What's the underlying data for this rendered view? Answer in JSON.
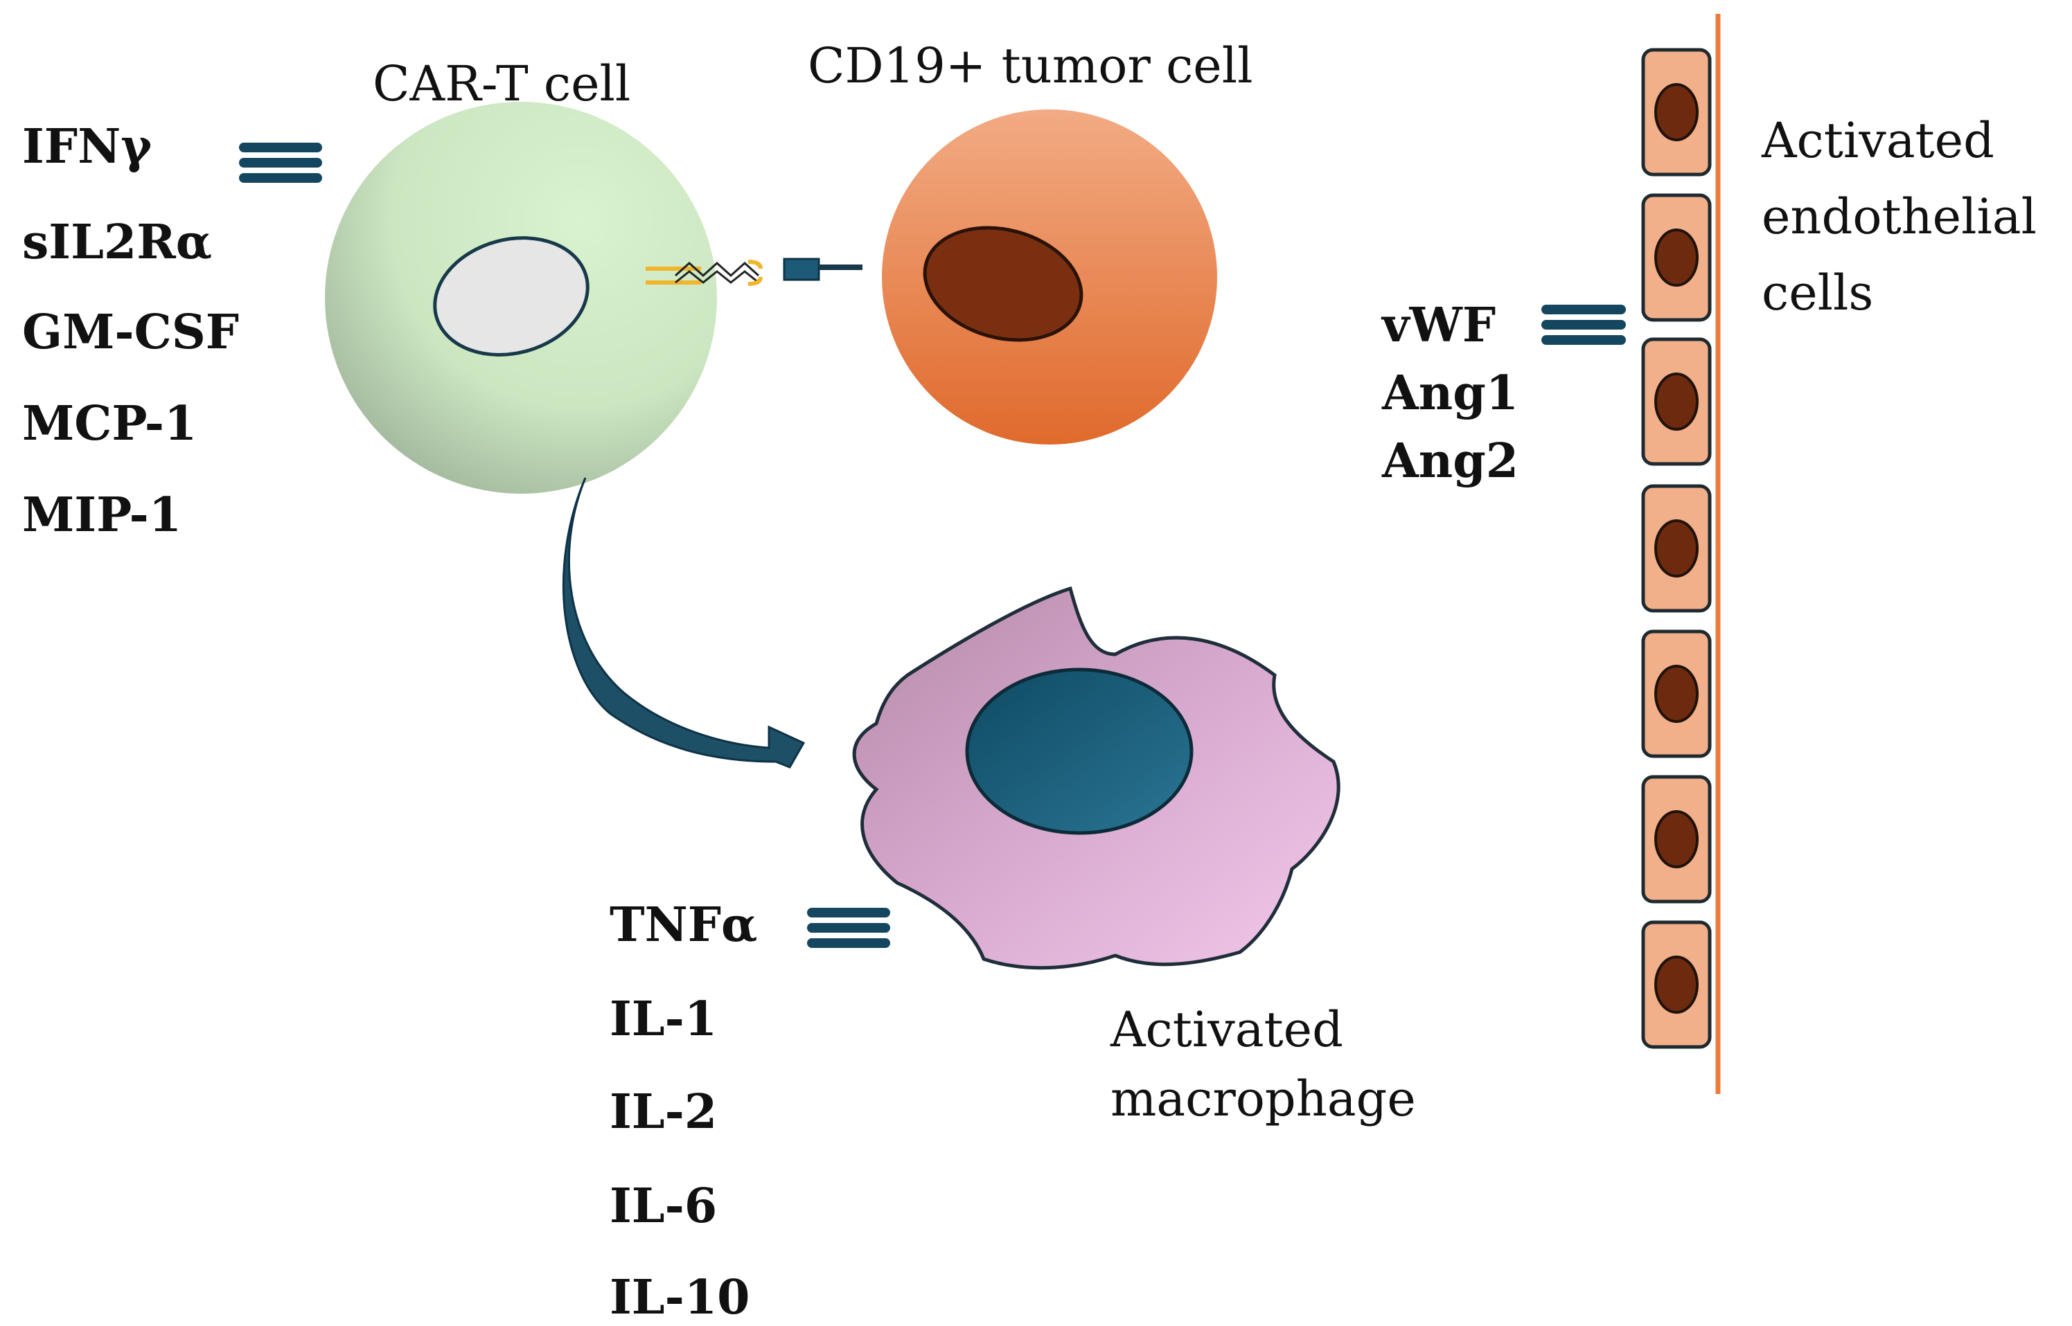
{
  "labels": {
    "car_t_cell": "CAR-T cell",
    "tumor_cell": "CD19+ tumor cell",
    "endothelial": [
      "Activated",
      "endothelial",
      "cells"
    ],
    "macrophage": [
      "Activated",
      "macrophage"
    ]
  },
  "car_t_cytokines": [
    "IFNγ",
    "sIL2Rα",
    "GM-CSF",
    "MCP-1",
    "MIP-1"
  ],
  "macrophage_cytokines": [
    "TNFα",
    "IL-1",
    "IL-2",
    "IL-6",
    "IL-10"
  ],
  "endothelial_factors": [
    "vWF",
    "Ang1",
    "Ang2"
  ],
  "colors": {
    "car_t": "#cfe8c4",
    "car_t_nucleus": "#e6e6e6",
    "tumor": "#e8793f",
    "tumor_nucleus": "#7a2f10",
    "macrophage": "#d8a9cf",
    "macrophage_nucleus": "#17556f",
    "endothelial": "#f2b08a",
    "vessel_line": "#ee7a3a",
    "arrow": "#1d4f66",
    "receptor": "#f0b52a"
  }
}
